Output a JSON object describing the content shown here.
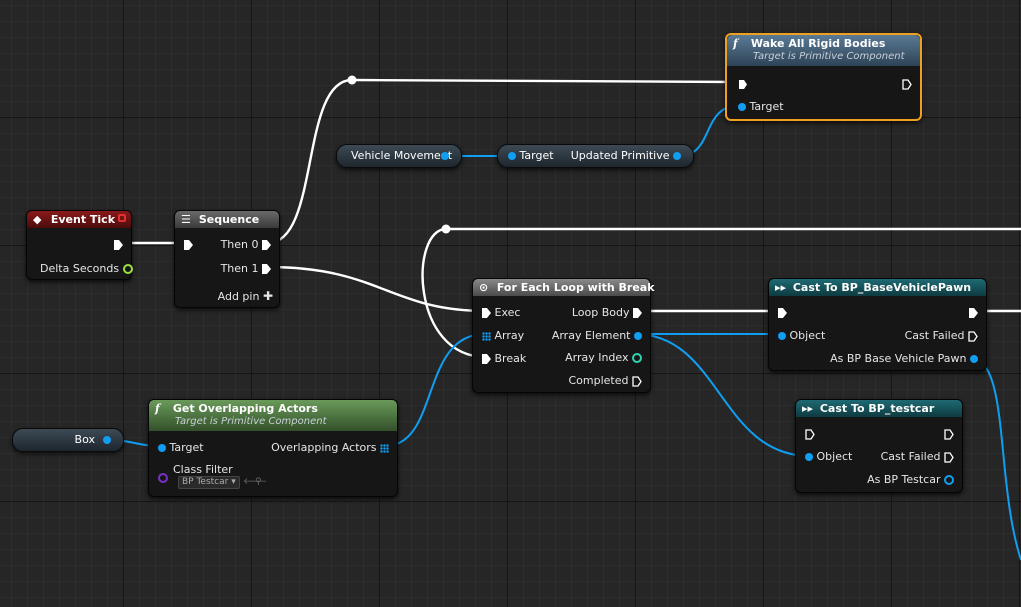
{
  "colors": {
    "exec": "#ffffff",
    "object": "#0f9ef2",
    "float": "#9ae043",
    "integer": "#2ed3b0",
    "class": "#7a30c8",
    "selected_border": "#f0a020"
  },
  "nodes": {
    "event_tick": {
      "title": "Event Tick",
      "icon": "event-diamond-icon",
      "pins": {
        "delta_seconds": "Delta Seconds"
      }
    },
    "sequence": {
      "title": "Sequence",
      "icon": "sequence-icon",
      "pins": {
        "then0": "Then 0",
        "then1": "Then 1",
        "add_pin": "Add pin"
      }
    },
    "wake_all": {
      "title": "Wake All Rigid Bodies",
      "subtitle": "Target is Primitive Component",
      "icon": "function-icon",
      "pins": {
        "target": "Target"
      }
    },
    "vehicle_movement": {
      "label": "Vehicle Movement"
    },
    "updated_primitive": {
      "pins": {
        "target": "Target",
        "updated_primitive": "Updated Primitive"
      }
    },
    "for_each": {
      "title": "For Each Loop with Break",
      "icon": "macro-icon",
      "pins": {
        "exec": "Exec",
        "array": "Array",
        "break": "Break",
        "loop_body": "Loop Body",
        "array_element": "Array Element",
        "array_index": "Array Index",
        "completed": "Completed"
      }
    },
    "cast_vehicle": {
      "title": "Cast To BP_BaseVehiclePawn",
      "icon": "cast-icon",
      "pins": {
        "object": "Object",
        "cast_failed": "Cast Failed",
        "as": "As BP Base Vehicle Pawn"
      }
    },
    "cast_testcar": {
      "title": "Cast To BP_testcar",
      "icon": "cast-icon",
      "pins": {
        "object": "Object",
        "cast_failed": "Cast Failed",
        "as": "As BP Testcar"
      }
    },
    "get_overlapping": {
      "title": "Get Overlapping Actors",
      "subtitle": "Target is Primitive Component",
      "icon": "function-icon",
      "pins": {
        "target": "Target",
        "overlapping_actors": "Overlapping Actors",
        "class_filter": "Class Filter",
        "class_value": "BP Testcar"
      }
    },
    "box": {
      "label": "Box"
    }
  }
}
